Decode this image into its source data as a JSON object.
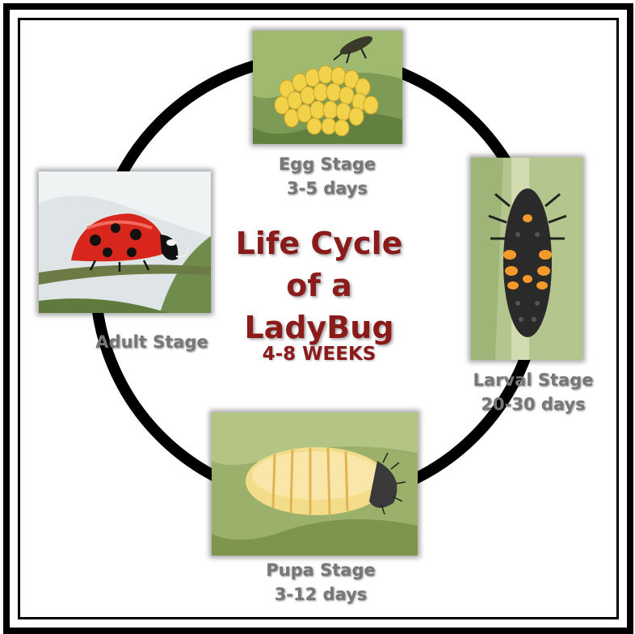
{
  "title": {
    "line1": "Life Cycle",
    "line2": "of a",
    "line3": "LadyBug",
    "duration": "4-8 WEEKS"
  },
  "stages": {
    "egg": {
      "name": "Egg Stage",
      "duration": "3-5 days"
    },
    "larval": {
      "name": "Larval Stage",
      "duration": "20-30 days"
    },
    "pupa": {
      "name": "Pupa Stage",
      "duration": "3-12 days"
    },
    "adult": {
      "name": "Adult Stage"
    }
  },
  "colors": {
    "title": "#8b1a1a",
    "caption": "#777777",
    "ring": "#000000",
    "leaf": "#8aa862",
    "ladybug_red": "#d8261c",
    "egg_yellow": "#f1d24a",
    "larva_orange": "#f39a2a",
    "pupa_cream": "#f3dc8a"
  }
}
